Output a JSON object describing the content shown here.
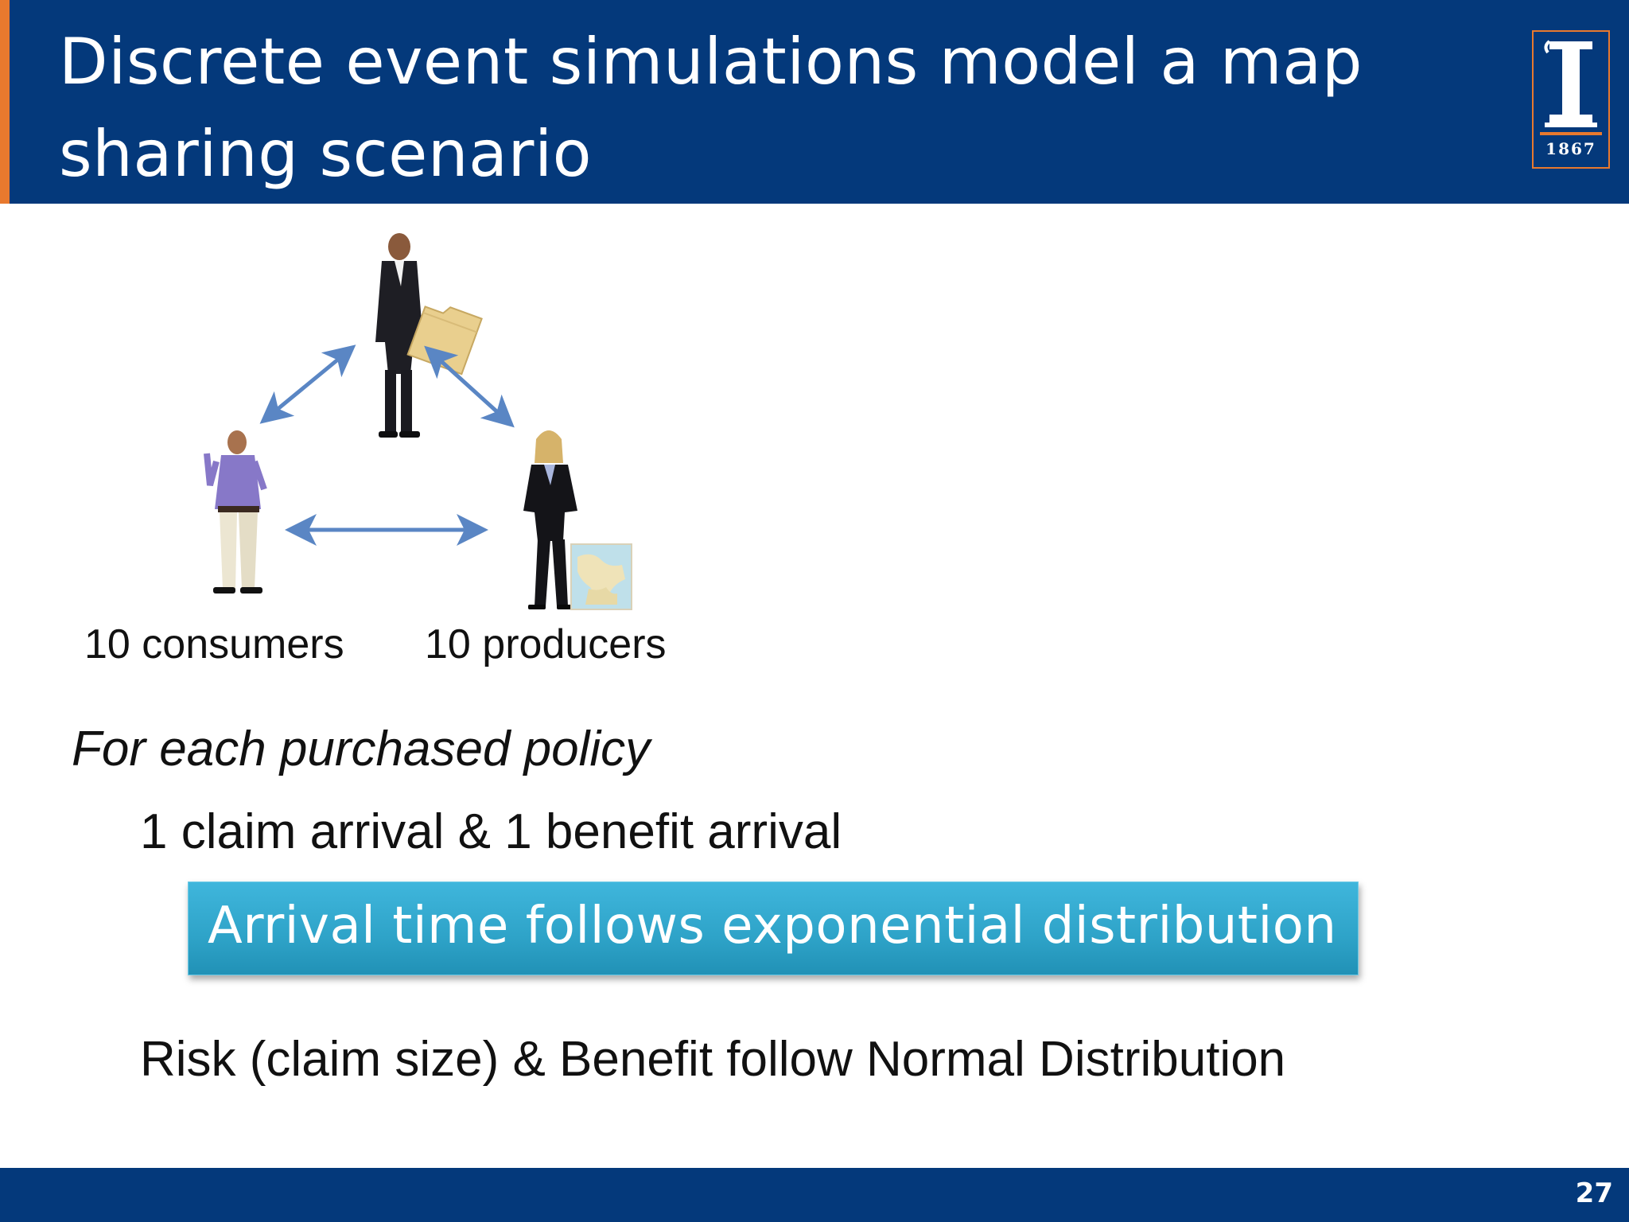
{
  "slide": {
    "title": "Discrete event simulations model a map sharing scenario",
    "page_number": "27"
  },
  "logo": {
    "year": "1867",
    "name": "university-block-i-logo"
  },
  "diagram": {
    "consumers_label": "10 consumers",
    "producers_label": "10 producers",
    "arrow_color": "#5a86c4"
  },
  "body": {
    "policy_heading": "For each purchased policy",
    "arrival_line": "1 claim arrival & 1 benefit arrival",
    "callout": "Arrival time follows exponential distribution",
    "risk_line": "Risk (claim size) & Benefit follow Normal Distribution"
  },
  "colors": {
    "header_bg": "#04397b",
    "accent_orange": "#e8792e",
    "callout_bg": "#2ea3c8"
  }
}
